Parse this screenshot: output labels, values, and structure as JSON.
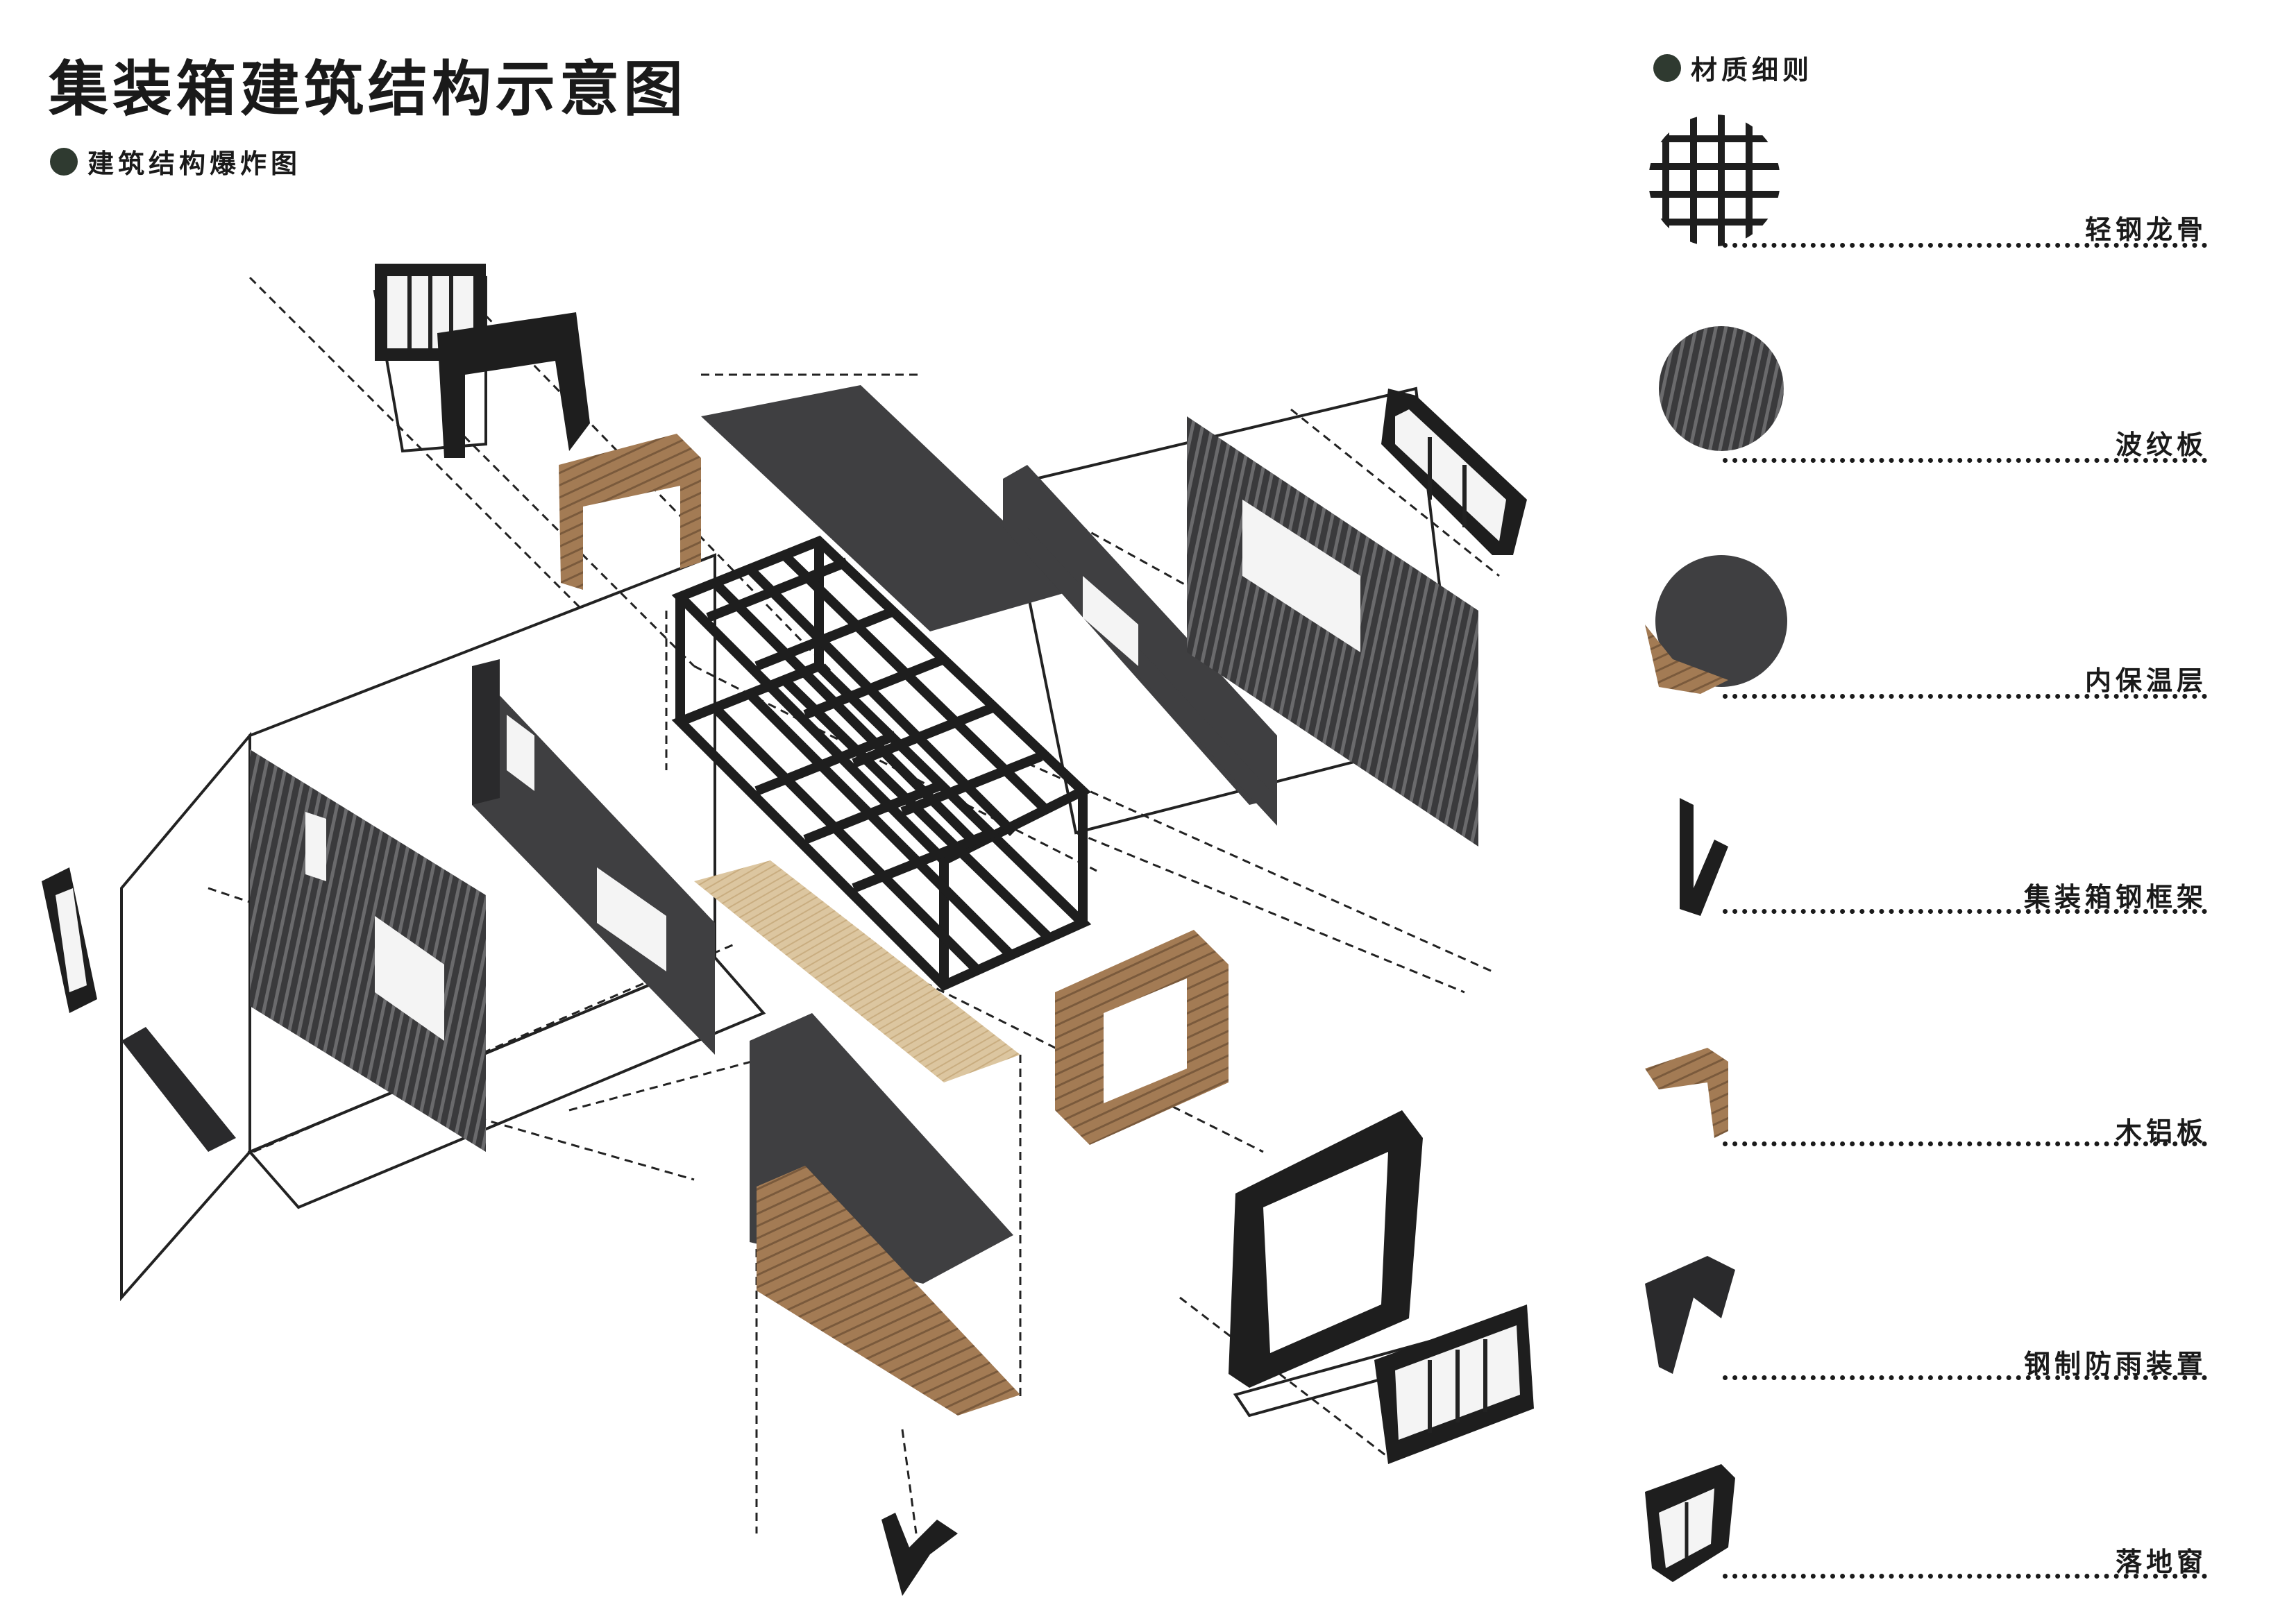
{
  "page": {
    "title": "集装箱建筑结构示意图",
    "left_section_label": "建筑结构爆炸图",
    "right_section_label": "材质细则"
  },
  "materials": [
    {
      "name": "轻钢龙骨",
      "icon": "light-steel-keel-swatch-icon"
    },
    {
      "name": "波纹板",
      "icon": "corrugated-panel-swatch-icon"
    },
    {
      "name": "内保温层",
      "icon": "inner-insulation-swatch-icon"
    },
    {
      "name": "集装箱钢框架",
      "icon": "steel-frame-profile-icon"
    },
    {
      "name": "木铝板",
      "icon": "wood-aluminum-panel-icon"
    },
    {
      "name": "钢制防雨装置",
      "icon": "steel-rain-shield-icon"
    },
    {
      "name": "落地窗",
      "icon": "floor-window-icon"
    }
  ],
  "colors": {
    "dark_panel": "#3f3f41",
    "frame_black": "#1e1e1e",
    "wood": "#a07a55",
    "light_wood": "#d9c29a",
    "accent_dot": "#2f3a30"
  }
}
